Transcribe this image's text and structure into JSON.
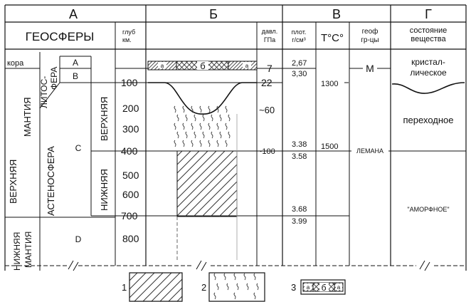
{
  "columns": {
    "a": "А",
    "b": "Б",
    "v": "В",
    "g": "Г"
  },
  "headers": {
    "geospheres": "ГЕОСФЕРЫ",
    "depth": [
      "глуб",
      "км."
    ],
    "pressure": [
      "давл.",
      "ГПа"
    ],
    "density": [
      "плот.",
      "г/см³"
    ],
    "temperature": "T°C°",
    "boundaries": [
      "геоф",
      "гр-цы"
    ],
    "state": [
      "состояние",
      "вещества"
    ]
  },
  "spheres": {
    "crust": "кора",
    "lithosphere": [
      "ЛИТОС-",
      "ФЕРА"
    ],
    "upper_mantle": [
      "ВЕРХНЯЯ",
      "МАНТИЯ"
    ],
    "asthenosphere": "АСТЕНОСФЕРА",
    "upper": "ВЕРХНЯЯ",
    "lower": "НИЖНЯЯ",
    "lower_mantle": [
      "НИЖНЯЯ",
      "МАНТИЯ"
    ],
    "layer_a": "А",
    "layer_b": "В",
    "layer_c": "С",
    "layer_d": "D"
  },
  "depths": [
    "100",
    "200",
    "300",
    "400",
    "500",
    "600",
    "700",
    "800"
  ],
  "pressures": [
    "7",
    "22",
    "~60",
    "~100"
  ],
  "densities": [
    "2,67",
    "3,30",
    "3.38",
    "3.58",
    "3.68",
    "3.99"
  ],
  "temperatures": [
    "1300",
    "1500"
  ],
  "boundary_labels": [
    "М",
    "ЛЕМАНА"
  ],
  "states": [
    "кристал-",
    "лическое",
    "переходное",
    "\"АМОРФНОЕ\""
  ],
  "crust_block": {
    "side": "а",
    "center": "б"
  },
  "legend": [
    "1",
    "2",
    "3"
  ]
}
